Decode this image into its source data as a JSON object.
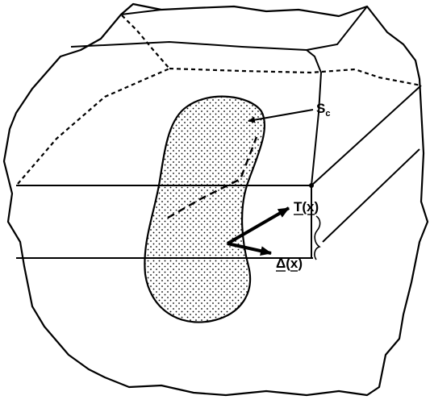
{
  "labels": {
    "surface": "S",
    "surface_sub": "c",
    "traction": "T",
    "traction_arg": "(x)",
    "displacement": "Δ",
    "displacement_arg": "(x)"
  },
  "colors": {
    "ink": "#000000",
    "background": "#ffffff",
    "stipple": "#000000"
  }
}
